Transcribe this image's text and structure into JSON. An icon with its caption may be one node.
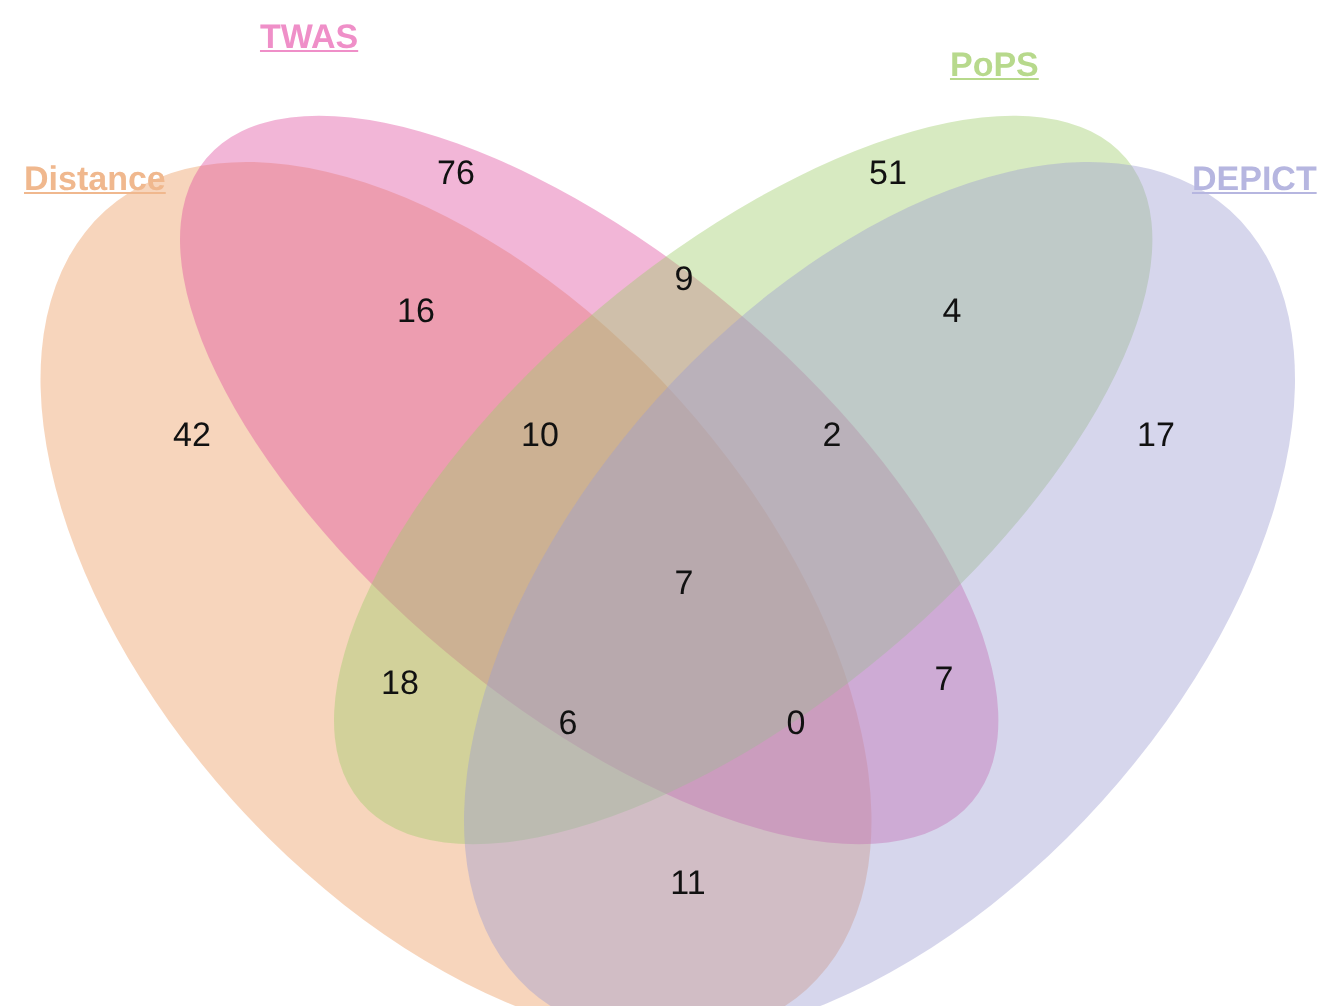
{
  "diagram": {
    "nodes": [
      {
        "text": [
          "Distance"
        ]
      },
      {
        "text": [
          "TWAS"
        ]
      },
      {
        "text": [
          "PoPS"
        ]
      },
      {
        "text": [
          "DEPICT"
        ]
      }
    ],
    "labels": [
      "76",
      "51",
      "16",
      "9",
      "4",
      "42",
      "10",
      "2",
      "17",
      "7",
      "18",
      "6",
      "0",
      "7",
      "11"
    ]
  }
}
